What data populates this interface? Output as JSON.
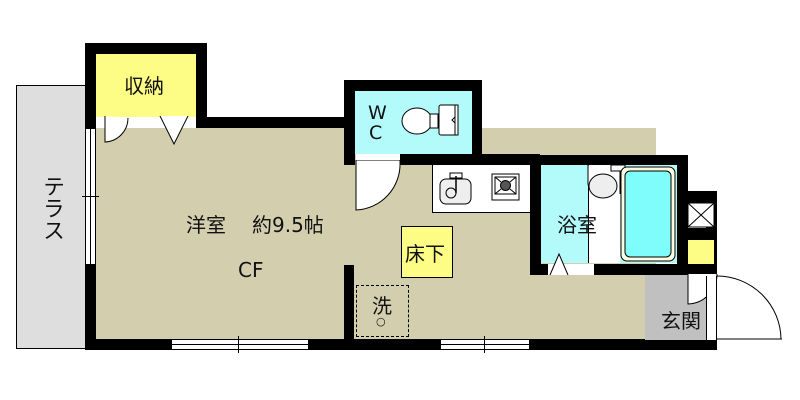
{
  "floor_plan": {
    "rooms": {
      "terrace": {
        "label": "テラス"
      },
      "storage": {
        "label": "収納"
      },
      "western_room": {
        "label": "洋室",
        "size": "約9.5帖",
        "flooring": "CF"
      },
      "wc": {
        "label_line1": "W",
        "label_line2": "C"
      },
      "bathroom": {
        "label": "浴室"
      },
      "underfloor_storage": {
        "label": "床下"
      },
      "washer_space": {
        "label": "洗",
        "symbol": "○"
      },
      "entrance": {
        "label": "玄関"
      }
    },
    "colors": {
      "wall": "#000000",
      "western_room_floor": "#d3cfae",
      "storage": "#fdfc85",
      "wet_area": "#b3fbfb",
      "bathtub": "#7ffcfc",
      "terrace": "#dedede",
      "entrance": "#c0c0c0",
      "kitchen_counter": "#ffffff"
    }
  }
}
